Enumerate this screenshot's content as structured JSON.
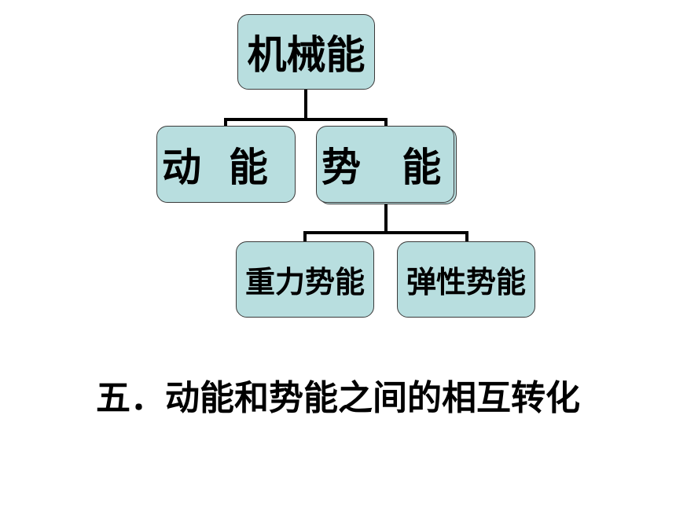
{
  "diagram": {
    "root": "机械能",
    "kinetic": "动  能",
    "potential": "势   能",
    "gravitational": "重力势能",
    "elastic": "弹性势能"
  },
  "heading": "五．动能和势能之间的相互转化"
}
